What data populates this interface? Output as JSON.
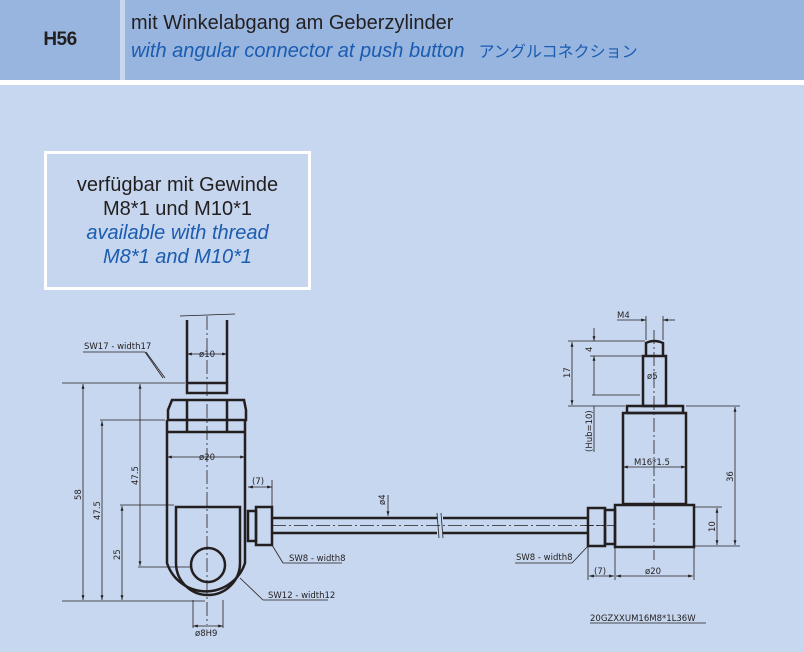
{
  "header": {
    "code": "H56",
    "title_de": "mit Winkelabgang am Geberzylinder",
    "title_en": "with angular connector at push button",
    "title_jp": "アングルコネクション"
  },
  "info_box": {
    "line1_de": "verfügbar mit Gewinde",
    "line2_de": "M8*1 und M10*1",
    "line1_en": "available with thread",
    "line2_en": "M8*1 and M10*1"
  },
  "drawing": {
    "left": {
      "sw17": "SW17 - width17",
      "d10": "ø10",
      "d20": "ø20",
      "dim58": "58",
      "dim47_5_outer": "47.5",
      "dim47_5_inner": "47.5",
      "dim25": "25",
      "dim7": "(7)",
      "sw8": "SW8 - width8",
      "sw12": "SW12 - width12",
      "d8h9": "ø8H9",
      "cable_d4": "ø4"
    },
    "right": {
      "m4": "M4",
      "dim4": "4",
      "dim17": "17",
      "d5": "ø5",
      "hub": "(Hub=10)",
      "m16": "M16*1.5",
      "dim36": "36",
      "dim10": "10",
      "sw8": "SW8 - width8",
      "dim7": "(7)",
      "d20": "ø20",
      "part_number": "20GZXXUM16M8*1L36W"
    }
  },
  "colors": {
    "header_bg": "#97b5df",
    "body_bg": "#c7d7ef",
    "accent_text": "#1b5cb0"
  }
}
